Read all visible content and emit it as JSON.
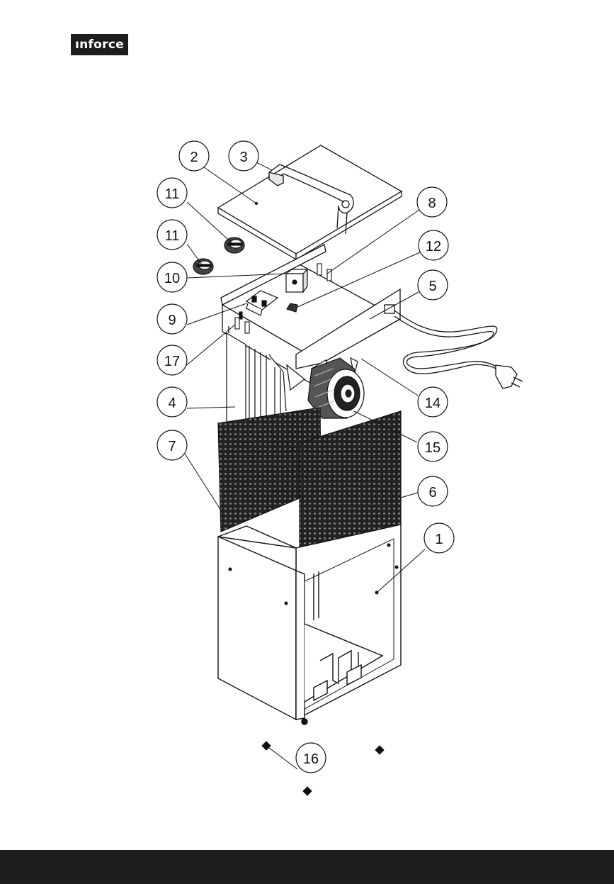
{
  "brand": {
    "logo_text": "ınforce"
  },
  "diagram": {
    "callouts": [
      {
        "id": "c2",
        "label": "2"
      },
      {
        "id": "c3",
        "label": "3"
      },
      {
        "id": "c11a",
        "label": "11"
      },
      {
        "id": "c11b",
        "label": "11"
      },
      {
        "id": "c10",
        "label": "10"
      },
      {
        "id": "c9",
        "label": "9"
      },
      {
        "id": "c17",
        "label": "17"
      },
      {
        "id": "c4",
        "label": "4"
      },
      {
        "id": "c7",
        "label": "7"
      },
      {
        "id": "c8",
        "label": "8"
      },
      {
        "id": "c12",
        "label": "12"
      },
      {
        "id": "c5",
        "label": "5"
      },
      {
        "id": "c14",
        "label": "14"
      },
      {
        "id": "c15",
        "label": "15"
      },
      {
        "id": "c6",
        "label": "6"
      },
      {
        "id": "c1",
        "label": "1"
      },
      {
        "id": "c16",
        "label": "16"
      }
    ]
  }
}
